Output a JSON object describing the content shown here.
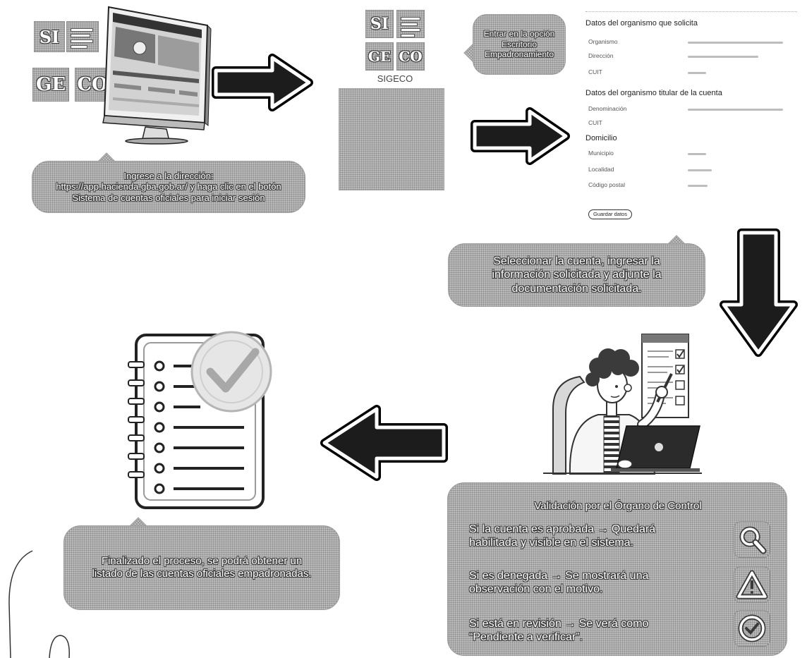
{
  "step1": {
    "logo": {
      "tile_1": "SI",
      "tile_2": "GE",
      "tile_3": "CO"
    },
    "bubble_lines": [
      "Ingrese a la dirección:",
      "https://app.hacienda.gba.gob.ar/ y haga clic en el botón",
      "Sistema de cuentas oficiales para iniciar sesión"
    ]
  },
  "step2": {
    "logo": {
      "tile_1": "SI",
      "tile_2": "GE",
      "tile_3": "CO",
      "caption": "SIGECO"
    },
    "bubble_lines": [
      "Entrar en la opción",
      "Escritorio",
      "Empadronamiento"
    ]
  },
  "form": {
    "section_1": {
      "title": "Datos del organismo que solicita",
      "fields": [
        "Organismo",
        "Dirección",
        "CUIT"
      ]
    },
    "section_2": {
      "title": "Datos del organismo titular de la cuenta",
      "fields": [
        "Denominación",
        "CUIT"
      ]
    },
    "section_3": {
      "title": "Domicilio",
      "fields": [
        "Municipio",
        "Localidad",
        "Código postal"
      ]
    },
    "button_label": "Guardar datos"
  },
  "step3": {
    "bubble_lines": [
      "Seleccionar la cuenta, ingresar la",
      "información solicitada y adjunte la",
      "documentación solicitada."
    ]
  },
  "step4": {
    "title": "Validación por el Órgano de Control",
    "outcomes": [
      {
        "lines": [
          "Si la cuenta es aprobada → Quedará",
          "habilitada y visible en el sistema."
        ],
        "icon": "magnifier-icon"
      },
      {
        "lines": [
          "Si es denegada → Se mostrará una",
          "observación con el motivo."
        ],
        "icon": "warning-icon"
      },
      {
        "lines": [
          "Si está en revisión → Se verá como",
          "“Pendiente a verificar”."
        ],
        "icon": "check-circle-icon"
      }
    ]
  },
  "step5": {
    "bubble_lines": [
      "Finalizado el proceso, se podrá obtener un",
      "listado de las cuentas oficiales empadronadas."
    ]
  },
  "colors": {
    "bubble_fill": "#c4c4c4",
    "arrow_fill": "#1c1c1c",
    "arrow_outline": "#ffffff"
  }
}
